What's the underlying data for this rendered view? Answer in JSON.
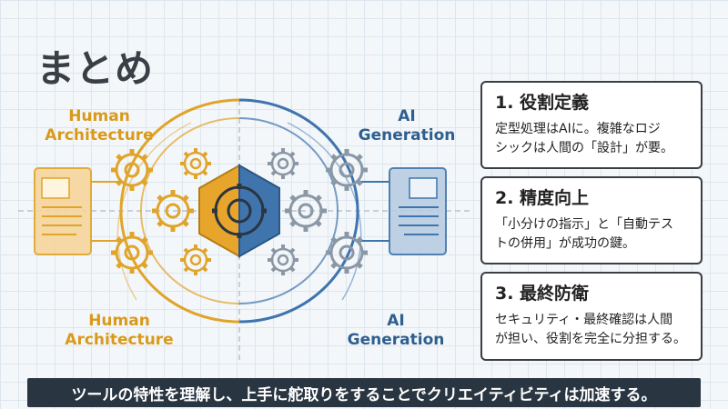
{
  "title": "まとめ",
  "labels": {
    "human_top": [
      "Human",
      "Architecture"
    ],
    "ai_top": [
      "AI",
      "Generation"
    ],
    "human_bottom": [
      "Human",
      "Architecture"
    ],
    "ai_bottom": [
      "AI",
      "Generation"
    ]
  },
  "cards": [
    {
      "title": "1. 役割定義",
      "body": [
        "定型処理はAIに。複雑なロジ",
        "シックは人間の「設計」が要。"
      ]
    },
    {
      "title": "2. 精度向上",
      "body": [
        "「小分けの指示」と「自動テス",
        "トの併用」が成功の鍵。"
      ]
    },
    {
      "title": "3. 最終防衛",
      "body": [
        "セキュリティ・最終確認は人間",
        "が担い、役割を完全に分担する。"
      ]
    }
  ],
  "banner": "ツールの特性を理解し、上手に舵取りをすることでクリエイティビティは加速する。",
  "colors": {
    "human": "#e0a42a",
    "ai": "#3f74ad",
    "banner_bg": "#2a3542"
  },
  "icons": [
    "gear-icon",
    "document-icon",
    "hexagon-core-icon"
  ]
}
